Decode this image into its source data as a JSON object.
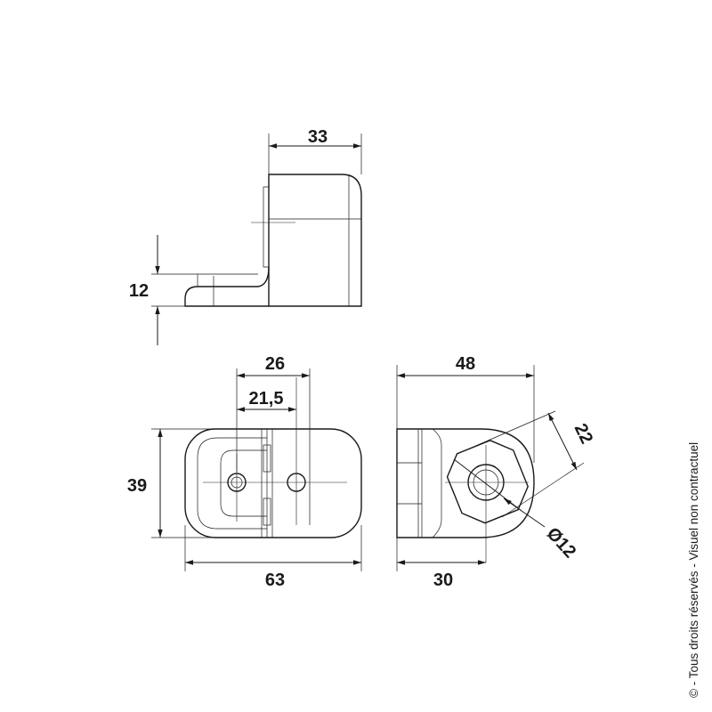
{
  "dimensions": {
    "side_width": "33",
    "side_height": "12",
    "front_outer": "26",
    "front_inner": "21,5",
    "front_height": "39",
    "front_width": "63",
    "end_width": "48",
    "end_depth": "30",
    "nut_across_flats": "22",
    "bore_diameter": "Ø12"
  },
  "footer": {
    "copyright": "© - Tous droits réservés - Visuel non contractuel"
  }
}
